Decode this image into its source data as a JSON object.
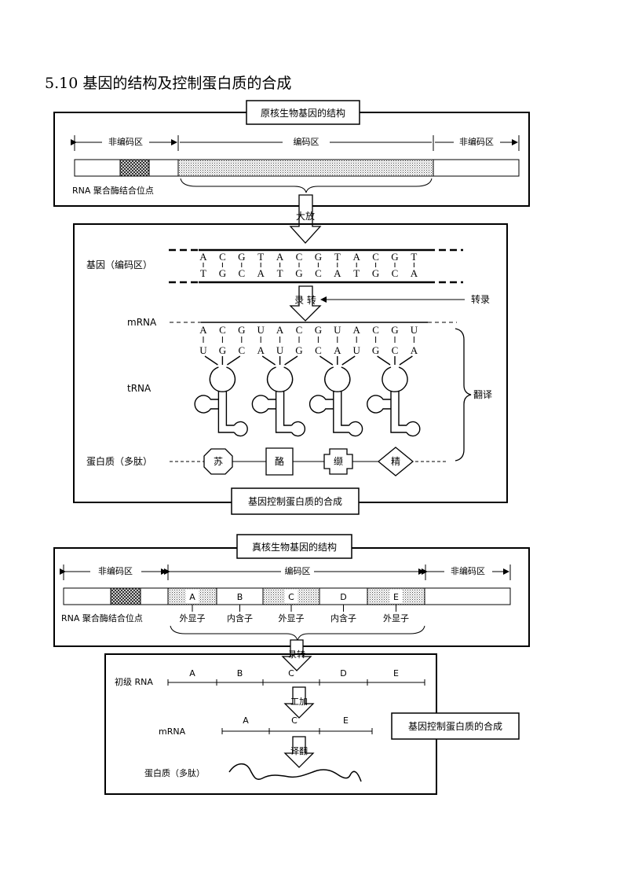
{
  "page_title": "5.10 基因的结构及控制蛋白质的合成",
  "prokaryote": {
    "box_title": "原核生物基因的结构",
    "region_noncoding_left": "非编码区",
    "region_coding": "编码区",
    "region_noncoding_right": "非编码区",
    "rnap_site": "RNA 聚合酶结合位点",
    "arrow_label": "大放"
  },
  "synthesis": {
    "gene_label": "基因（编码区）",
    "top_strand": [
      "A",
      "C",
      "G",
      "T",
      "A",
      "C",
      "G",
      "T",
      "A",
      "C",
      "G",
      "T"
    ],
    "bottom_strand": [
      "T",
      "G",
      "C",
      "A",
      "T",
      "G",
      "C",
      "A",
      "T",
      "G",
      "C",
      "A"
    ],
    "transcription_arrow_label": "录 转",
    "transcription_label": "转录",
    "mrna_label": "mRNA",
    "mrna_bases": [
      "A",
      "C",
      "G",
      "U",
      "A",
      "C",
      "G",
      "U",
      "A",
      "C",
      "G",
      "U"
    ],
    "anticodons": [
      "U",
      "G",
      "C",
      "A",
      "U",
      "G",
      "C",
      "A",
      "U",
      "G",
      "C",
      "A"
    ],
    "trna_label": "tRNA",
    "translation_label": "翻译",
    "protein_label": "蛋白质（多肽）",
    "amino_acids": [
      "苏",
      "酪",
      "缬",
      "精"
    ],
    "caption": "基因控制蛋白质的合成"
  },
  "eukaryote": {
    "box_title": "真核生物基因的结构",
    "region_noncoding_left": "非编码区",
    "region_coding": "编码区",
    "region_noncoding_right": "非编码区",
    "segments": [
      "A",
      "B",
      "C",
      "D",
      "E"
    ],
    "segment_types": [
      "外显子",
      "内含子",
      "外显子",
      "内含子",
      "外显子"
    ],
    "rnap_site": "RNA 聚合酶结合位点",
    "arrow1_label": "录转",
    "pre_rna_label": "初级 RNA",
    "pre_rna_segments": [
      "A",
      "B",
      "C",
      "D",
      "E"
    ],
    "arrow2_label": "工加",
    "mrna_label": "mRNA",
    "mrna_segments": [
      "A",
      "C",
      "E"
    ],
    "arrow3_label": "译翻",
    "protein_label": "蛋白质（多肽）",
    "side_caption": "基因控制蛋白质的合成"
  }
}
